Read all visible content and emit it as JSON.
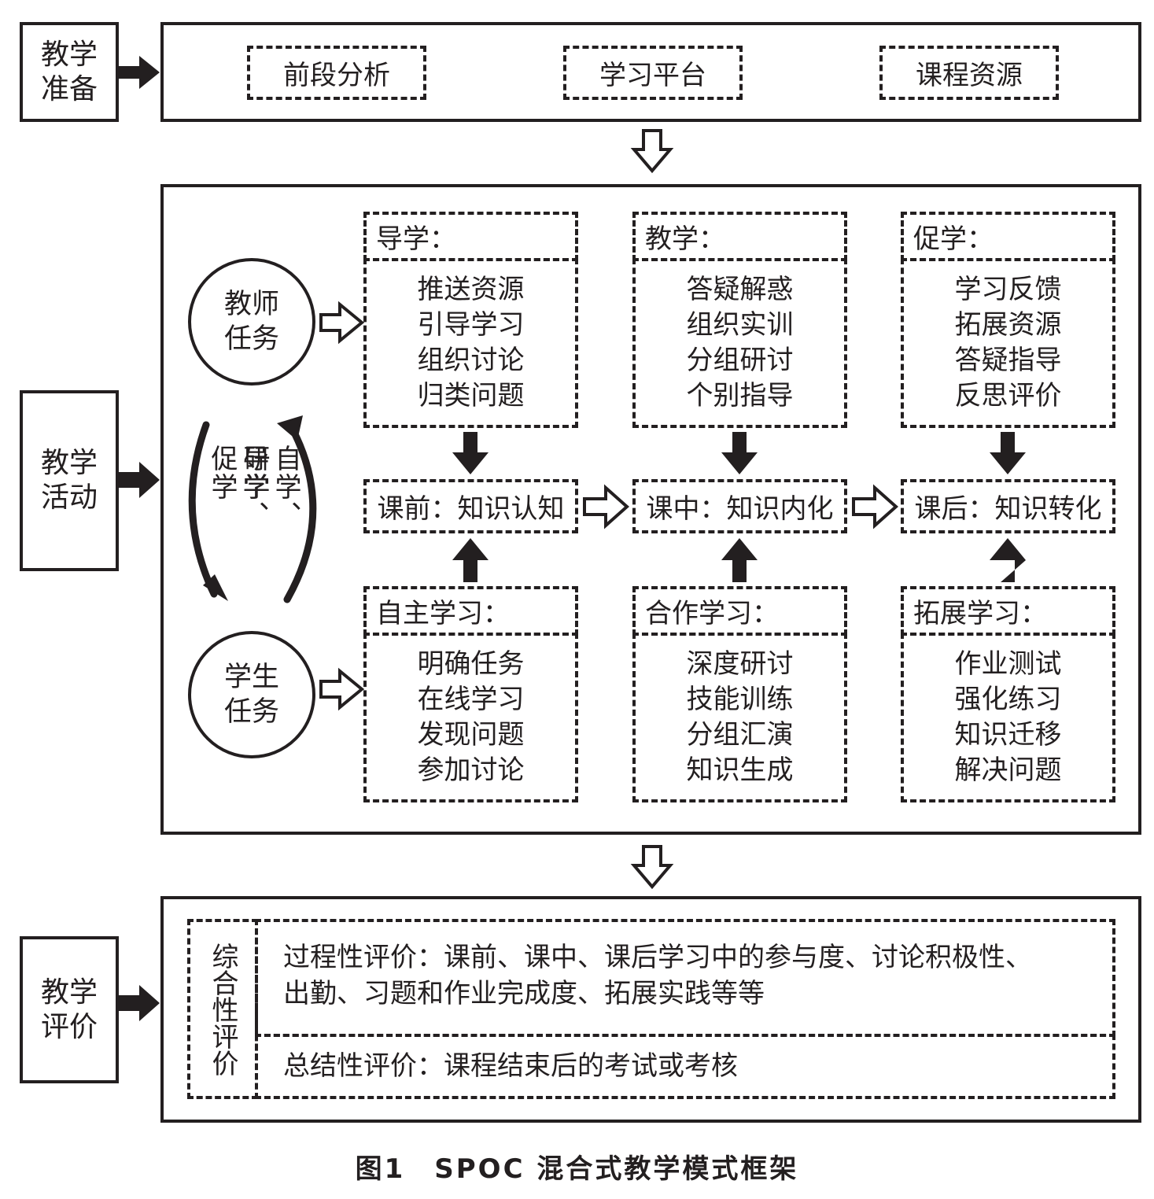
{
  "left_labels": {
    "prep": [
      "教学",
      "准备"
    ],
    "activity": [
      "教学",
      "活动"
    ],
    "evaluation": [
      "教学",
      "评价"
    ]
  },
  "prep_items": [
    "前段分析",
    "学习平台",
    "课程资源"
  ],
  "teacher_task": [
    "教师",
    "任务"
  ],
  "student_task": [
    "学生",
    "任务"
  ],
  "cycle": {
    "left": [
      "导学、",
      "促学"
    ],
    "right": [
      "自学、",
      "研学"
    ]
  },
  "teacher_columns": [
    {
      "header": "导学：",
      "items": [
        "推送资源",
        "引导学习",
        "组织讨论",
        "归类问题"
      ]
    },
    {
      "header": "教学：",
      "items": [
        "答疑解惑",
        "组织实训",
        "分组研讨",
        "个别指导"
      ]
    },
    {
      "header": "促学：",
      "items": [
        "学习反馈",
        "拓展资源",
        "答疑指导",
        "反思评价"
      ]
    }
  ],
  "stages": [
    "课前：知识认知",
    "课中：知识内化",
    "课后：知识转化"
  ],
  "student_columns": [
    {
      "header": "自主学习：",
      "items": [
        "明确任务",
        "在线学习",
        "发现问题",
        "参加讨论"
      ]
    },
    {
      "header": "合作学习：",
      "items": [
        "深度研讨",
        "技能训练",
        "分组汇演",
        "知识生成"
      ]
    },
    {
      "header": "拓展学习：",
      "items": [
        "作业测试",
        "强化练习",
        "知识迁移",
        "解决问题"
      ]
    }
  ],
  "evaluation": {
    "side_label": "综合性评价",
    "process": [
      "过程性评价：课前、课中、课后学习中的参与度、讨论积极性、",
      "出勤、习题和作业完成度、拓展实践等等"
    ],
    "summative": "总结性评价：课程结束后的考试或考核"
  },
  "caption": "图1　SPOC 混合式教学模式框架"
}
